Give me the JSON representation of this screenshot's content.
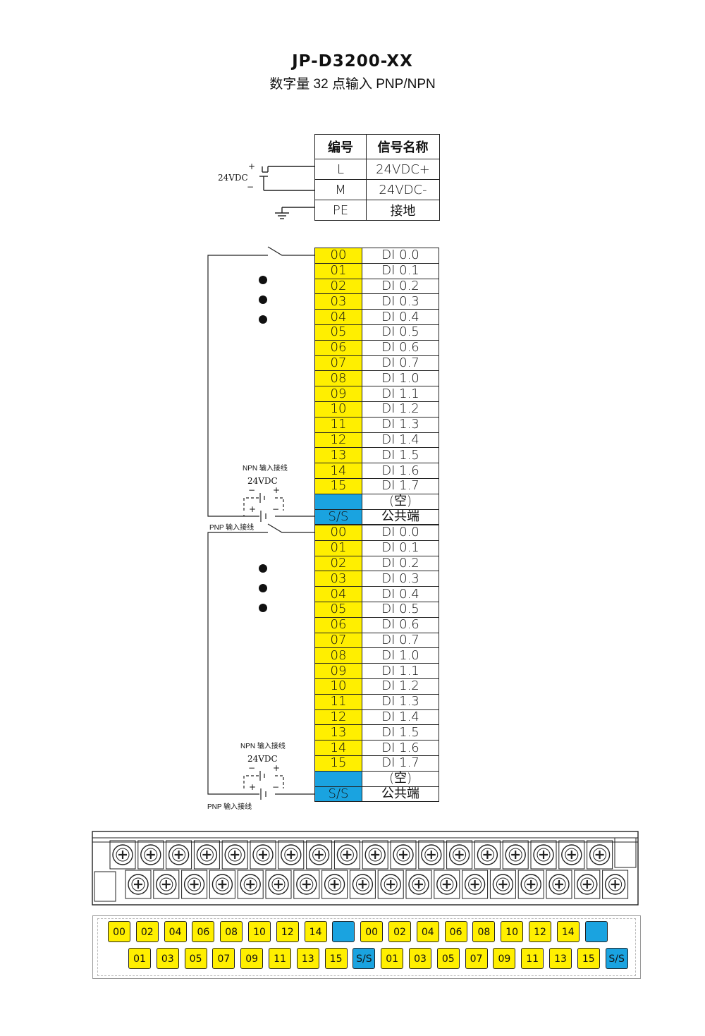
{
  "title": "JP-D3200-XX",
  "subtitle": "数字量 32 点输入  PNP/NPN",
  "power_table": {
    "headers": [
      "编号",
      "信号名称"
    ],
    "rows": [
      {
        "no": "L",
        "signal": "24VDC+"
      },
      {
        "no": "M",
        "signal": "24VDC-"
      },
      {
        "no": "PE",
        "signal": "接地"
      }
    ]
  },
  "power_labels": {
    "supply": "24VDC",
    "plus": "+",
    "minus": "−"
  },
  "io_groups": [
    {
      "rows": [
        {
          "no": "00",
          "signal": "DI 0.0",
          "color": "yellow"
        },
        {
          "no": "01",
          "signal": "DI 0.1",
          "color": "yellow"
        },
        {
          "no": "02",
          "signal": "DI 0.2",
          "color": "yellow"
        },
        {
          "no": "03",
          "signal": "DI 0.3",
          "color": "yellow"
        },
        {
          "no": "04",
          "signal": "DI 0.4",
          "color": "yellow"
        },
        {
          "no": "05",
          "signal": "DI 0.5",
          "color": "yellow"
        },
        {
          "no": "06",
          "signal": "DI 0.6",
          "color": "yellow"
        },
        {
          "no": "07",
          "signal": "DI 0.7",
          "color": "yellow"
        },
        {
          "no": "08",
          "signal": "DI 1.0",
          "color": "yellow"
        },
        {
          "no": "09",
          "signal": "DI 1.1",
          "color": "yellow"
        },
        {
          "no": "10",
          "signal": "DI 1.2",
          "color": "yellow"
        },
        {
          "no": "11",
          "signal": "DI 1.3",
          "color": "yellow"
        },
        {
          "no": "12",
          "signal": "DI 1.4",
          "color": "yellow"
        },
        {
          "no": "13",
          "signal": "DI 1.5",
          "color": "yellow"
        },
        {
          "no": "14",
          "signal": "DI 1.6",
          "color": "yellow"
        },
        {
          "no": "15",
          "signal": "DI 1.7",
          "color": "yellow"
        },
        {
          "no": "",
          "signal": "(空)",
          "color": "blue"
        },
        {
          "no": "S/S",
          "signal": "公共端",
          "color": "blue"
        }
      ]
    },
    {
      "rows": [
        {
          "no": "00",
          "signal": "DI 0.0",
          "color": "yellow"
        },
        {
          "no": "01",
          "signal": "DI 0.1",
          "color": "yellow"
        },
        {
          "no": "02",
          "signal": "DI 0.2",
          "color": "yellow"
        },
        {
          "no": "03",
          "signal": "DI 0.3",
          "color": "yellow"
        },
        {
          "no": "04",
          "signal": "DI 0.4",
          "color": "yellow"
        },
        {
          "no": "05",
          "signal": "DI 0.5",
          "color": "yellow"
        },
        {
          "no": "06",
          "signal": "DI 0.6",
          "color": "yellow"
        },
        {
          "no": "07",
          "signal": "DI 0.7",
          "color": "yellow"
        },
        {
          "no": "08",
          "signal": "DI 1.0",
          "color": "yellow"
        },
        {
          "no": "09",
          "signal": "DI 1.1",
          "color": "yellow"
        },
        {
          "no": "10",
          "signal": "DI 1.2",
          "color": "yellow"
        },
        {
          "no": "11",
          "signal": "DI 1.3",
          "color": "yellow"
        },
        {
          "no": "12",
          "signal": "DI 1.4",
          "color": "yellow"
        },
        {
          "no": "13",
          "signal": "DI 1.5",
          "color": "yellow"
        },
        {
          "no": "14",
          "signal": "DI 1.6",
          "color": "yellow"
        },
        {
          "no": "15",
          "signal": "DI 1.7",
          "color": "yellow"
        },
        {
          "no": "",
          "signal": "(空)",
          "color": "blue"
        },
        {
          "no": "S/S",
          "signal": "公共端",
          "color": "blue"
        }
      ]
    }
  ],
  "wiring_labels": {
    "npn": "NPN 输入接线",
    "pnp": "PNP 输入接线",
    "supply": "24VDC"
  },
  "terminal_strip": {
    "top_row": [
      {
        "label": "00",
        "color": "yellow"
      },
      {
        "label": "02",
        "color": "yellow"
      },
      {
        "label": "04",
        "color": "yellow"
      },
      {
        "label": "06",
        "color": "yellow"
      },
      {
        "label": "08",
        "color": "yellow"
      },
      {
        "label": "10",
        "color": "yellow"
      },
      {
        "label": "12",
        "color": "yellow"
      },
      {
        "label": "14",
        "color": "yellow"
      },
      {
        "label": "",
        "color": "blue"
      },
      {
        "label": "00",
        "color": "yellow"
      },
      {
        "label": "02",
        "color": "yellow"
      },
      {
        "label": "04",
        "color": "yellow"
      },
      {
        "label": "06",
        "color": "yellow"
      },
      {
        "label": "08",
        "color": "yellow"
      },
      {
        "label": "10",
        "color": "yellow"
      },
      {
        "label": "12",
        "color": "yellow"
      },
      {
        "label": "14",
        "color": "yellow"
      },
      {
        "label": "",
        "color": "blue"
      }
    ],
    "bottom_row": [
      {
        "label": "01",
        "color": "yellow"
      },
      {
        "label": "03",
        "color": "yellow"
      },
      {
        "label": "05",
        "color": "yellow"
      },
      {
        "label": "07",
        "color": "yellow"
      },
      {
        "label": "09",
        "color": "yellow"
      },
      {
        "label": "11",
        "color": "yellow"
      },
      {
        "label": "13",
        "color": "yellow"
      },
      {
        "label": "15",
        "color": "yellow"
      },
      {
        "label": "S/S",
        "color": "blue"
      },
      {
        "label": "01",
        "color": "yellow"
      },
      {
        "label": "03",
        "color": "yellow"
      },
      {
        "label": "05",
        "color": "yellow"
      },
      {
        "label": "07",
        "color": "yellow"
      },
      {
        "label": "09",
        "color": "yellow"
      },
      {
        "label": "11",
        "color": "yellow"
      },
      {
        "label": "13",
        "color": "yellow"
      },
      {
        "label": "15",
        "color": "yellow"
      },
      {
        "label": "S/S",
        "color": "blue"
      }
    ]
  },
  "colors": {
    "yellow": "#ffef00",
    "blue": "#1aa3e0"
  }
}
